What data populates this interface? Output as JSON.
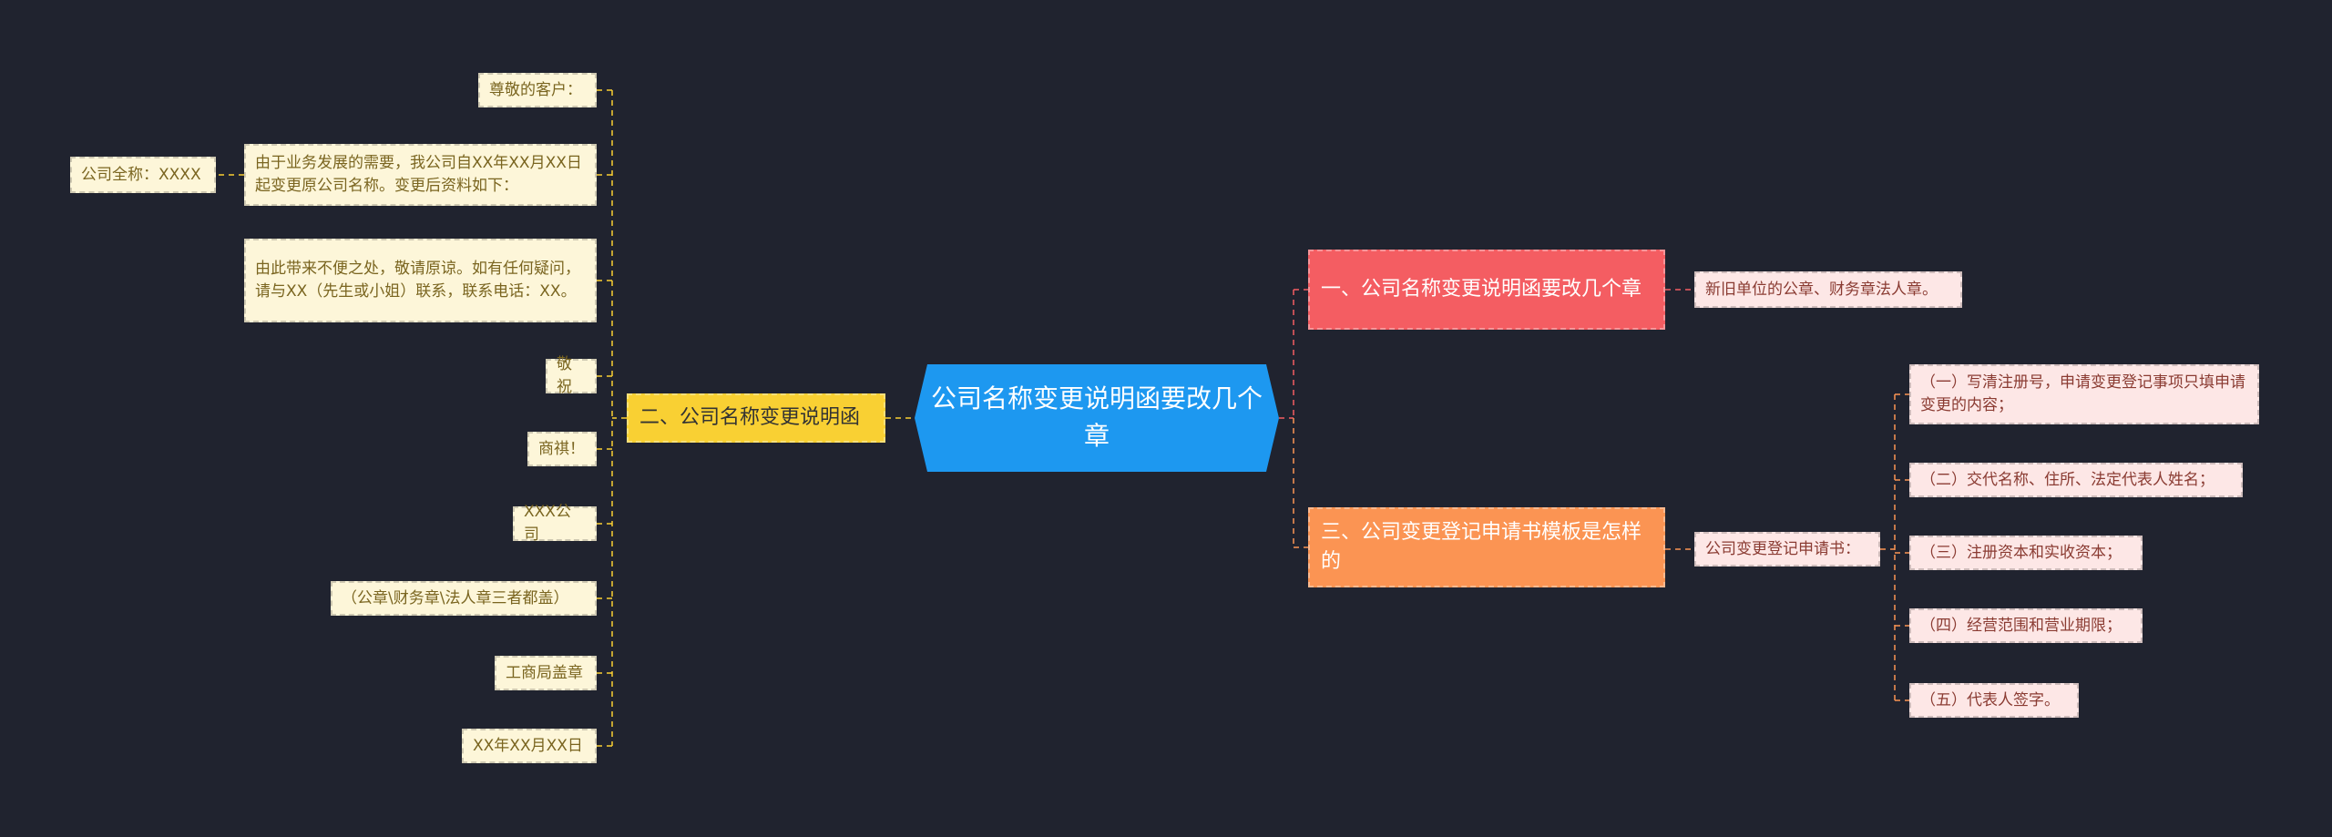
{
  "central": {
    "label": "公司名称变更说明函要改几个章"
  },
  "branches": {
    "left": {
      "label": "二、公司名称变更说明函",
      "color": "#f9d033",
      "children": [
        {
          "label": "尊敬的客户："
        },
        {
          "label": "由于业务发展的需要，我公司自XX年XX月XX日起变更原公司名称。变更后资料如下：",
          "sub": "公司全称：XXXX"
        },
        {
          "label": "由此带来不便之处，敬请原谅。如有任何疑问，请与XX（先生或小姐）联系，联系电话：XX。"
        },
        {
          "label": "敬祝"
        },
        {
          "label": "商祺！"
        },
        {
          "label": "XXX公司"
        },
        {
          "label": "（公章\\财务章\\法人章三者都盖）"
        },
        {
          "label": "工商局盖章"
        },
        {
          "label": "XX年XX月XX日"
        }
      ]
    },
    "right_top": {
      "label": "一、公司名称变更说明函要改几个章",
      "color": "#f45d62",
      "child": "新旧单位的公章、财务章法人章。"
    },
    "right_bottom": {
      "label": "三、公司变更登记申请书模板是怎样的",
      "color": "#fb9453",
      "child": "公司变更登记申请书：",
      "items": [
        "（一）写清注册号，申请变更登记事项只填申请变更的内容；",
        "（二）交代名称、住所、法定代表人姓名；",
        "（三）注册资本和实收资本；",
        "（四）经营范围和营业期限；",
        "（五）代表人签字。"
      ]
    }
  },
  "colors": {
    "background": "#20232f",
    "center": "#1d98f0",
    "leaf_yellow": "#fdf6d9",
    "leaf_pink": "#fde7e6"
  }
}
